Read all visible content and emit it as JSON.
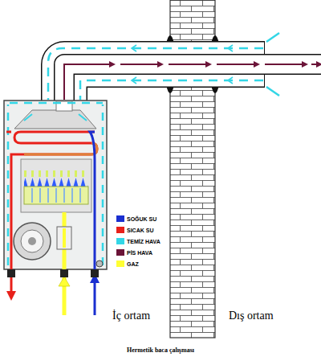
{
  "diagram": {
    "caption": "Hermetik baca çalışması",
    "labels": [
      "İç ortam",
      "Dış ortam"
    ],
    "legend": [
      {
        "text": "SOĞUK SU",
        "color": "#1a2fd0"
      },
      {
        "text": "SICAK SU",
        "color": "#e8201a"
      },
      {
        "text": "TEMİZ HAVA",
        "color": "#33d6e6"
      },
      {
        "text": "PİS HAVA",
        "color": "#6b1438"
      },
      {
        "text": "GAZ",
        "color": "#ffff33"
      }
    ]
  }
}
